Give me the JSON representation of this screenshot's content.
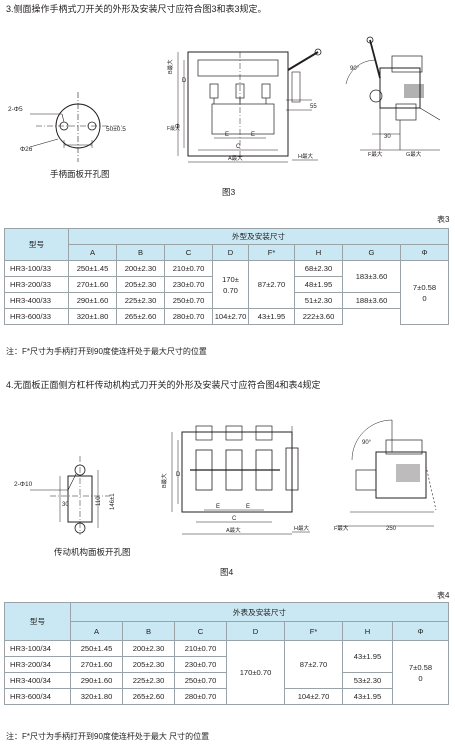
{
  "section3": {
    "heading": "3.侧面操作手柄式刀开关的外形及安装尺寸应符合图3和表3规定。",
    "panel_caption": "手柄面板开孔图",
    "panel_labels": {
      "holes": "2-Φ5",
      "diameter": "Φ26",
      "offset": "50±0.5"
    },
    "figure_caption": "图3",
    "figure_labels": {
      "a": "A最大",
      "b": "B最大",
      "c": "C",
      "d": "D",
      "e": "E",
      "f": "F最大",
      "g": "G最大",
      "h": "H最大",
      "phi": "Φ",
      "dim55": "55",
      "dim30": "30",
      "angle": "90°"
    },
    "table_label": "表3",
    "table": {
      "model_header": "型号",
      "group_header": "外型及安装尺寸",
      "columns": [
        "A",
        "B",
        "C",
        "D",
        "F*",
        "H",
        "G",
        "Φ"
      ],
      "models": [
        "HR3-100/33",
        "HR3-200/33",
        "HR3-400/33",
        "HR3-600/33"
      ],
      "a": [
        "250±1.45",
        "270±1.60",
        "290±1.60",
        "320±1.80"
      ],
      "b": [
        "200±2.30",
        "205±2.30",
        "225±2.30",
        "265±2.60"
      ],
      "c": [
        "210±0.70",
        "230±0.70",
        "250±0.70",
        "280±0.70"
      ],
      "d": "170±\n0.70",
      "f": [
        "87±2.70",
        "104±2.70"
      ],
      "h": [
        "68±2.30",
        "48±1.95",
        "51±2.30",
        "43±1.95"
      ],
      "g": [
        "183±3.60",
        "188±3.60",
        "222±3.60"
      ],
      "phi": "7±0.58\n0"
    },
    "note": "注：F*尺寸为手柄打开到90度使连杆处于最大尺寸的位置"
  },
  "section4": {
    "heading": "4.无面板正面侧方杠杆传动机构式刀开关的外形及安装尺寸应符合图4和表4规定",
    "panel_caption": "传动机构面板开孔图",
    "panel_labels": {
      "holes": "2-Φ10",
      "height": "146±1",
      "width1": "30",
      "width2": "110"
    },
    "figure_caption": "图4",
    "figure_labels": {
      "a": "A最大",
      "b": "B最大",
      "c": "C",
      "d": "D",
      "e": "E",
      "f": "F最大",
      "h": "H最大",
      "dim250": "250",
      "angle": "90°"
    },
    "table_label": "表4",
    "table": {
      "model_header": "型号",
      "group_header": "外表及安装尺寸",
      "columns": [
        "A",
        "B",
        "C",
        "D",
        "F*",
        "H",
        "Φ"
      ],
      "models": [
        "HR3-100/34",
        "HR3-200/34",
        "HR3-400/34",
        "HR3-600/34"
      ],
      "a": [
        "250±1.45",
        "270±1.60",
        "290±1.60",
        "320±1.80"
      ],
      "b": [
        "200±2.30",
        "205±2.30",
        "225±2.30",
        "265±2.60"
      ],
      "c": [
        "210±0.70",
        "230±0.70",
        "250±0.70",
        "280±0.70"
      ],
      "d": "170±0.70",
      "f": [
        "87±2.70",
        "104±2.70"
      ],
      "h": [
        "43±1.95",
        "53±2.30",
        "43±1.95"
      ],
      "phi": "7±0.58\n0"
    },
    "note": "注：F*尺寸为手柄打开到90度使连杆处于最大 尺寸的位置"
  }
}
